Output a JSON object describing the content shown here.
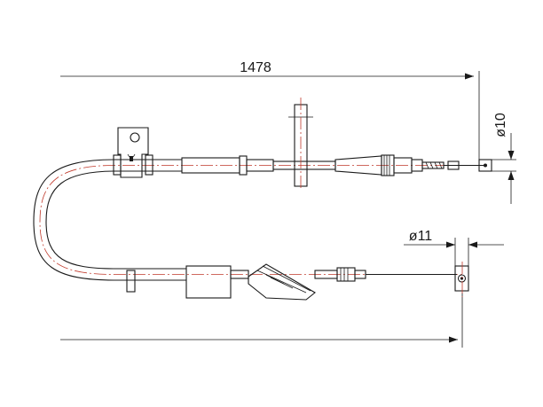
{
  "dimensions": {
    "overall_length": "1478",
    "end_fitting_diameter": "ø10",
    "nipple_diameter": "ø11"
  },
  "colors": {
    "line": "#1a1a1a",
    "centerline": "#c0392b",
    "background": "#ffffff"
  }
}
